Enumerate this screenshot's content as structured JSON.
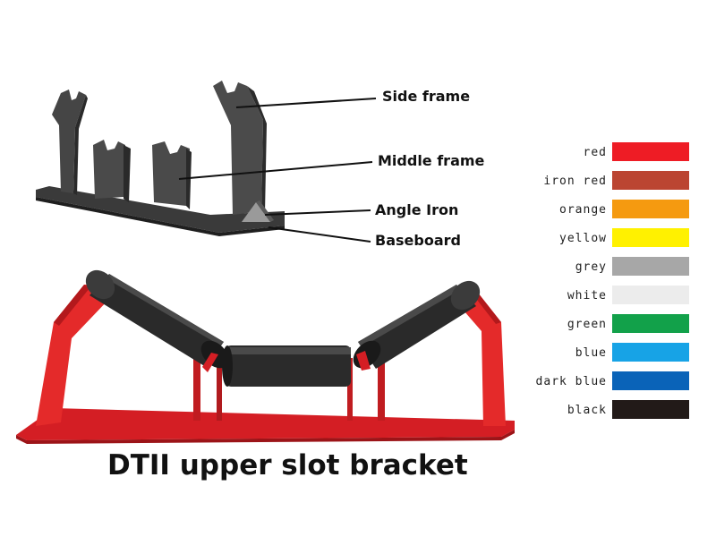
{
  "labels": {
    "side_frame": "Side frame",
    "middle_frame": "Middle frame",
    "angle_iron": "Angle Iron",
    "baseboard": "Baseboard"
  },
  "caption": "DTII upper slot bracket",
  "colors": [
    {
      "name": "red",
      "hex": "#ee1c25"
    },
    {
      "name": "iron red",
      "hex": "#bb4532"
    },
    {
      "name": "orange",
      "hex": "#f59a10"
    },
    {
      "name": "yellow",
      "hex": "#fff100"
    },
    {
      "name": "grey",
      "hex": "#a7a7a7"
    },
    {
      "name": "white",
      "hex": "#ececec"
    },
    {
      "name": "green",
      "hex": "#12a14a"
    },
    {
      "name": "blue",
      "hex": "#17a3e6"
    },
    {
      "name": "dark blue",
      "hex": "#0a63b8"
    },
    {
      "name": "black",
      "hex": "#221a18"
    }
  ]
}
